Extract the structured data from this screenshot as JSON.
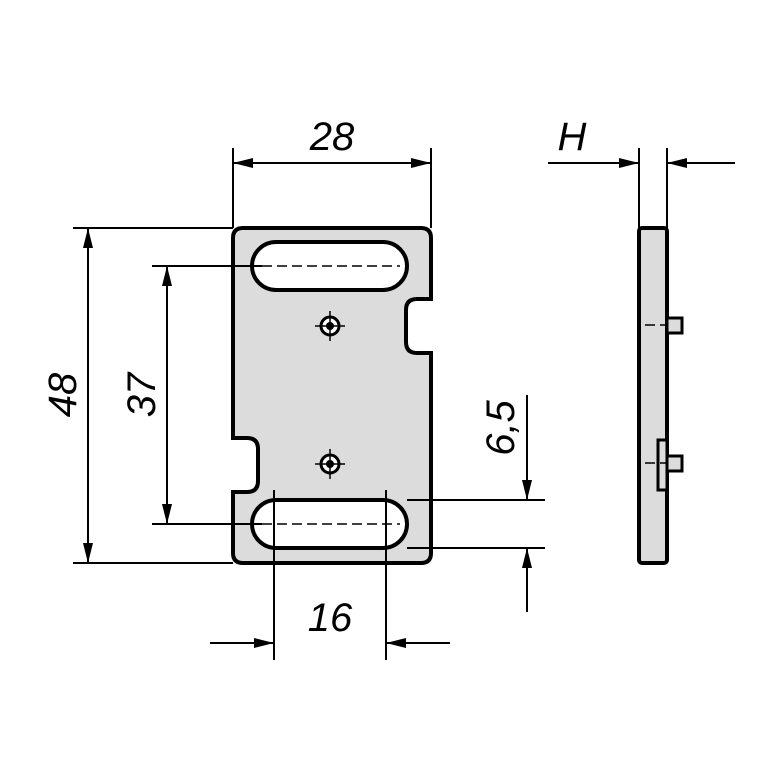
{
  "dimensions": {
    "width": "28",
    "height": "48",
    "slot_pitch": "37",
    "slot_width": "6,5",
    "slot_length": "16",
    "thickness": "H"
  },
  "colors": {
    "plate_fill": "#dcdcdc",
    "outline": "#000000",
    "hole_fill": "#ffffff"
  }
}
